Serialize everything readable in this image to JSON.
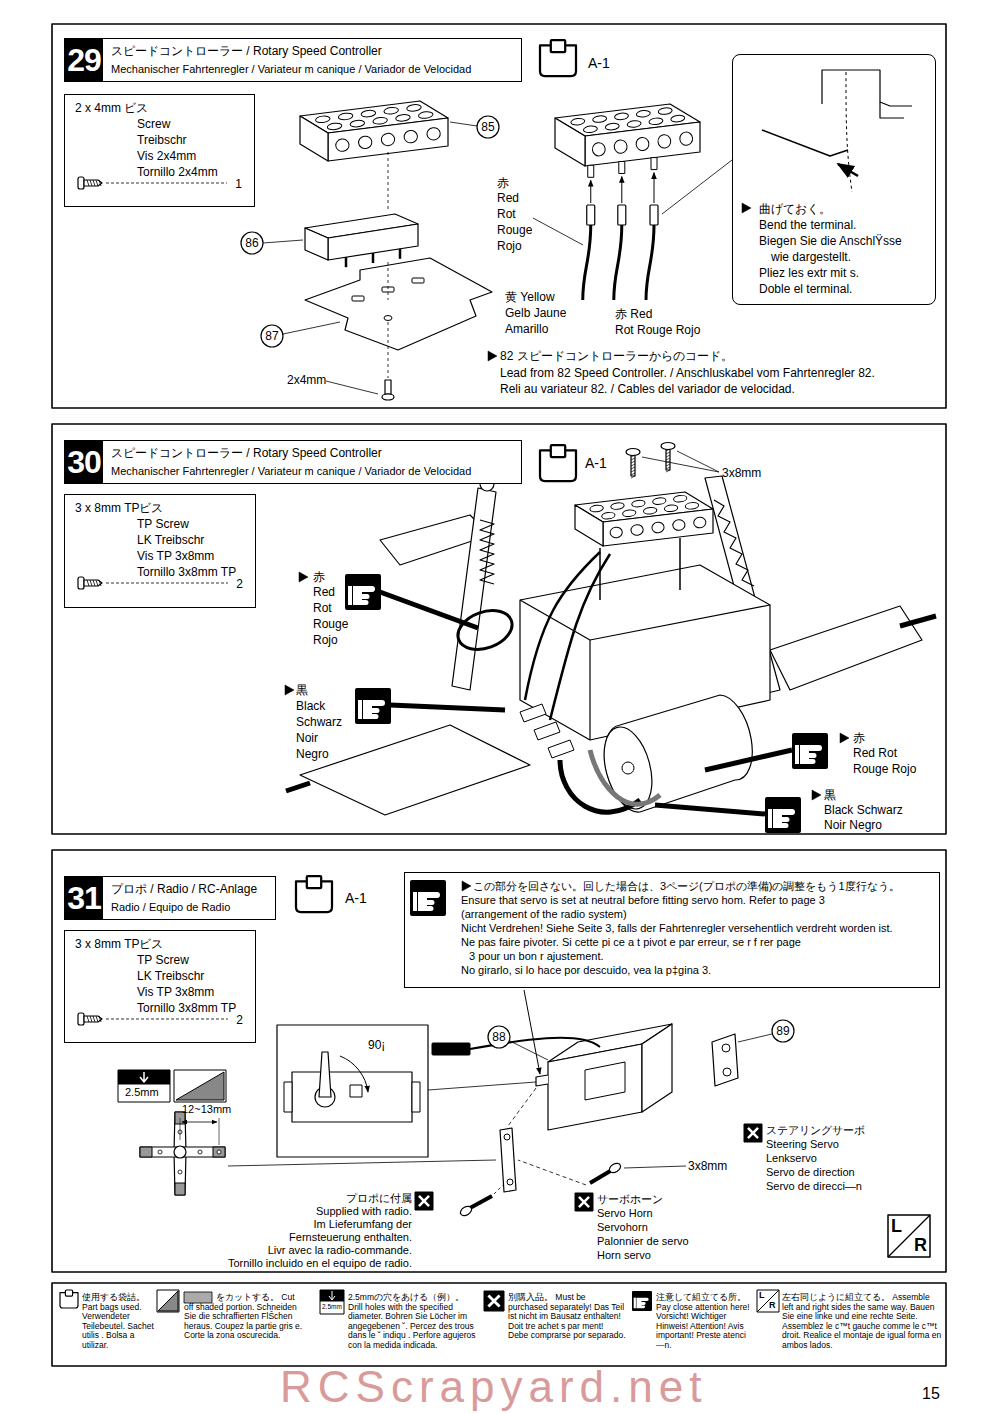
{
  "diagram": {
    "nodes": [
      {
        "text": [
          "29",
          "スピードコントローラー / Rotary Speed Controller",
          "Mechanischer Fahrtenregler / Variateur m canique / Variador de Velocidad"
        ]
      },
      {
        "text": [
          "2 x 4mm ビス",
          "Screw",
          "Treibschr",
          "Vis 2x4mm",
          "Tornillo 2x4mm",
          "1"
        ]
      },
      {
        "text": [
          "曲げておく。",
          "Bend the terminal.",
          "Biegen Sie die AnschlŸsse",
          "wie dargestellt.",
          "Pliez les extr mit s.",
          "Doble el terminal."
        ]
      },
      {
        "text": [
          "30",
          "スピードコントローラー / Rotary Speed Controller",
          "Mechanischer Fahrtenregler / Variateur m canique / Variador de Velocidad"
        ]
      },
      {
        "text": [
          "3 x 8mm TPビス",
          "TP Screw",
          "LK Treibschr",
          "Vis TP 3x8mm",
          "Tornillo 3x8mm TP",
          "2"
        ]
      },
      {
        "text": [
          "31",
          "プロポ / Radio / RC-Anlage",
          "Radio / Equipo de Radio"
        ]
      },
      {
        "text": [
          "3 x 8mm TPビス",
          "TP Screw",
          "LK Treibschr",
          "Vis TP 3x8mm",
          "Tornillo 3x8mm TP",
          "2"
        ]
      },
      {
        "text": [
          "この部分を回さない。回した場合は、3ページ(プロポの準備)の調整をもう1度行なう。",
          "Ensure that servo is set at neutral before fitting servo hom. Refer to page 3",
          "(arrangement of the radio system)",
          "Nicht Verdrehen! Siehe Seite 3, falls der Fahrtenregler versehentlich verdreht worden ist.",
          "Ne pas faire pivoter. Si cette pi ce a t pivot e par erreur, se r f rer page",
          "3 pour un bon r ajustement.",
          "No girarlo, si lo hace por descuido, vea la p‡gina 3."
        ]
      }
    ],
    "labels": [
      "A-1",
      "85",
      "86",
      "87",
      "2x4mm",
      "赤",
      "Red",
      "Rot",
      "Rouge",
      "Rojo",
      "黄 Yellow",
      "Gelb Jaune",
      "Amarillo",
      "赤 Red",
      "Rot Rouge Rojo",
      "82 スピードコントローラーからのコード。",
      "Lead from 82 Speed Controller. / Anschluskabel vom Fahrtenregler 82.",
      "Reli au variateur 82. / Cables del variador de velocidad.",
      "A-1",
      "3x8mm",
      "赤",
      "Red",
      "Rot",
      "Rouge",
      "Rojo",
      "黒",
      "Black",
      "Schwarz",
      "Noir",
      "Negro",
      "赤",
      "Red Rot",
      "Rouge Rojo",
      "黒",
      "Black Schwarz",
      "Noir Negro",
      "A-1",
      "88",
      "89",
      "90¡",
      "2.5mm",
      "12~13mm",
      "プロポに付属",
      "Supplied with radio.",
      "Im Lieferumfang der",
      "Fernsteuerung enthalten.",
      "Livr avec la radio-commande.",
      "Tornillo incluido en el equipo de radio.",
      "3x8mm",
      "サーボホーン",
      "Servo Horn",
      "Servohorn",
      "Palonnier de servo",
      "Horn servo",
      "ステアリングサーボ",
      "Steering Servo",
      "Lenkservo",
      "Servo de direction",
      "Servo de direcci—n",
      "L",
      "R",
      "2.5mm",
      "L",
      "R",
      "15",
      "RCScrapyard.net"
    ],
    "legend": [
      {
        "text": "使用する袋詰。 Part bags used. Verwendeter Teilebeutel. Sachet utilis . Bolsa a utilizar."
      },
      {
        "text": "をカットする。 Cut off shaded portion. Schneiden Sie die schraffierten FlŠchen heraus. Coupez la partie gris e. Corte la zona oscurecida."
      },
      {
        "text": "2.5mmの穴をあける（例）。 Drill holes with the specified diameter. Bohren Sie Löcher im angegebenen ˘. Percez des trous dans le ˘ indiqu . Perfore agujeros con la medida indicada."
      },
      {
        "text": "別購入品。 Must be purchased separately! Das Teil ist nicht im Bausatz enthalten! Doit tre achet s par ment! Debe comprarse por separado."
      },
      {
        "text": "注意して組立てる所。 Pay close attention here! Vorsicht! Wichtiger Hinweis! Attention! Avis important! Preste atenci—n."
      },
      {
        "text": "左右同じように組立てる。 Assemble left and right sides the same way. Bauen Sie eine linke und eine rechte Seite. Assemblez le c™t gauche comme le c™t droit. Realice el montaje de igual forma en ambos lados."
      }
    ]
  }
}
